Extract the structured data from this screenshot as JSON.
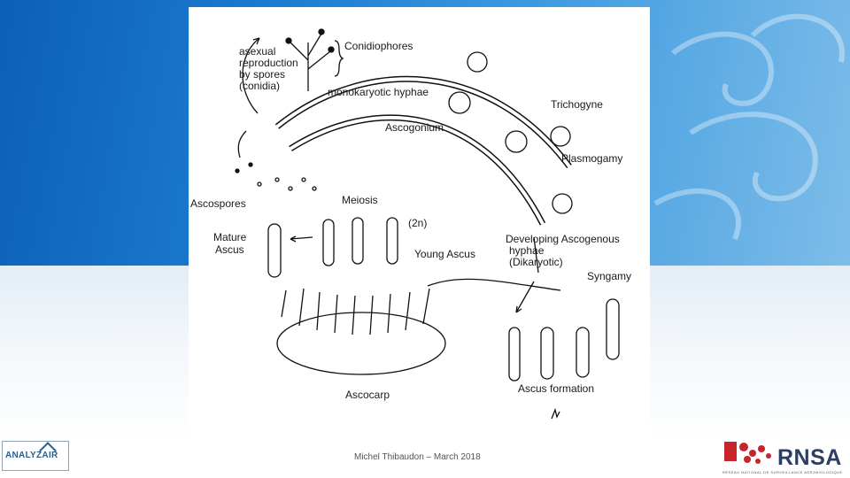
{
  "labels": {
    "asexual": "asexual",
    "reproduction": "reproduction",
    "by_spores": "by spores",
    "conidia": "(conidia)",
    "conidiophores": "Conidiophores",
    "monokaryotic_hyphae": "monokaryotic hyphae",
    "trichogyne": "Trichogyne",
    "ascogonium": "Ascogonium",
    "plasmogamy": "Plasmogamy",
    "ascospores": "Ascospores",
    "meiosis": "Meiosis",
    "two_n": "(2n)",
    "mature": "Mature",
    "ascus": "Ascus",
    "young_ascus": "Young Ascus",
    "developing_ascogenous": "Developing Ascogenous",
    "hyphae": "hyphae",
    "dikaryotic": "(Dikaryotic)",
    "syngamy": "Syngamy",
    "ascus_formation": "Ascus formation",
    "ascocarp": "Ascocarp"
  },
  "footer": {
    "credit": "Michel Thibaudon – March 2018"
  },
  "logos": {
    "left_text": "ANALYZAIR",
    "right_text": "RNSA",
    "right_subtitle": "RÉSEAU NATIONAL DE SURVEILLANCE AÉROBIOLOGIQUE"
  },
  "colors": {
    "header_blue": "#1a7bd0",
    "logo_red": "#c8242c",
    "logo_navy": "#2d3e63"
  }
}
